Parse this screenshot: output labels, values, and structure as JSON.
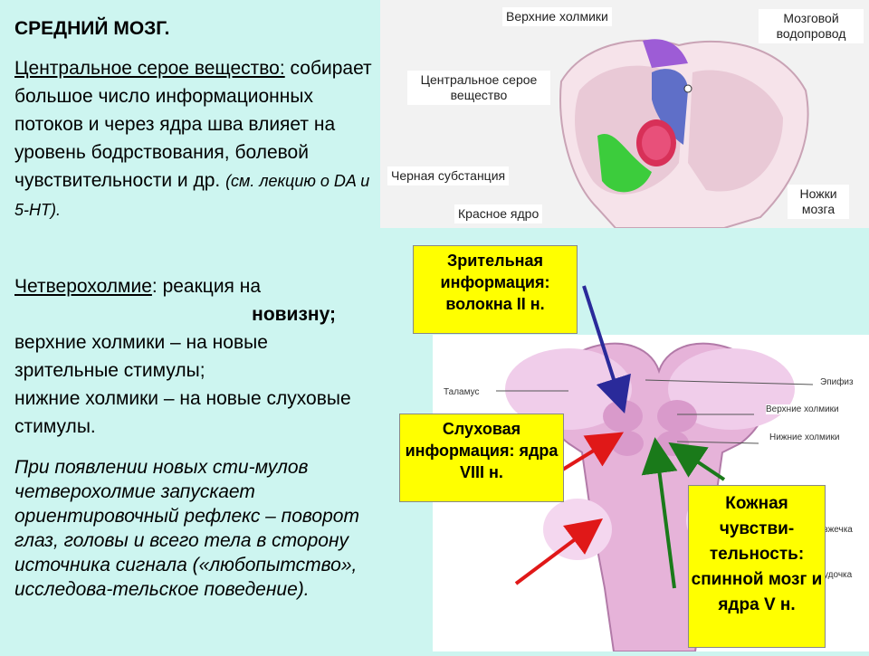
{
  "left": {
    "title": "СРЕДНИЙ МОЗГ.",
    "p1_term": "Центральное серое вещество:",
    "p1_text": "собирает большое число информационных потоков и через ядра шва влияет на уровень бодрствования, болевой чувствительности и др.",
    "p1_ref": "(см. лекцию о DA и 5-HT).",
    "p2_term": "Четверохолмие",
    "p2_text": ": реакция на",
    "p2_bold": "новизну;",
    "p2_line2": "верхние холмики – на новые зрительные стимулы;",
    "p2_line3": "нижние холмики – на новые слуховые стимулы.",
    "p3": "При появлении новых сти-мулов четверохолмие запускает ориентировочный рефлекс – поворот глаз, головы и всего тела в сторону источника сигнала («любопытство», исследова-тельское поведение)."
  },
  "top_labels": {
    "superior": "Верхние холмики",
    "aqueduct": "Мозговой водопровод",
    "gray": "Центральное серое вещество",
    "nigra": "Черная субстанция",
    "red": "Красное ядро",
    "peduncles": "Ножки мозга"
  },
  "bottom_labels": {
    "thalamus": "Таламус",
    "pineal": "Эпифиз",
    "sup": "Верхние холмики",
    "inf": "Нижние холмики",
    "cerebellum": "зжечка",
    "medulla": "удочка"
  },
  "boxes": {
    "visual": "Зрительная информация: волокна II н.",
    "auditory": "Слуховая информация: ядра VIII н.",
    "skin": "Кожная чувстви-тельность: спинной мозг и ядра V н."
  },
  "colors": {
    "bg": "#cdf5f0",
    "box": "#ffff00",
    "arrow_blue": "#2a2a9a",
    "arrow_red": "#e01818",
    "arrow_green": "#1a7a1a"
  }
}
